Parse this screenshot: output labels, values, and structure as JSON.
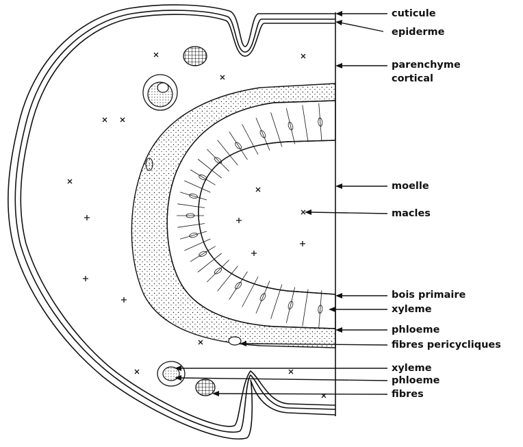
{
  "labels": {
    "cuticule": "cuticule",
    "epiderme": "epiderme",
    "parenchyme_line1": "parenchyme",
    "parenchyme_line2": "cortical",
    "moelle": "moelle",
    "macles": "macles",
    "bois_primaire": "bois primaire",
    "xyleme_main": "xyleme",
    "phloeme_main": "phloeme",
    "fibres_pericycliques": "fibres pericycliques",
    "xyleme_bundle": "xyleme",
    "phloeme_bundle": "phloeme",
    "fibres_bundle": "fibres"
  },
  "colors": {
    "ink": "#111111",
    "background": "#ffffff"
  }
}
